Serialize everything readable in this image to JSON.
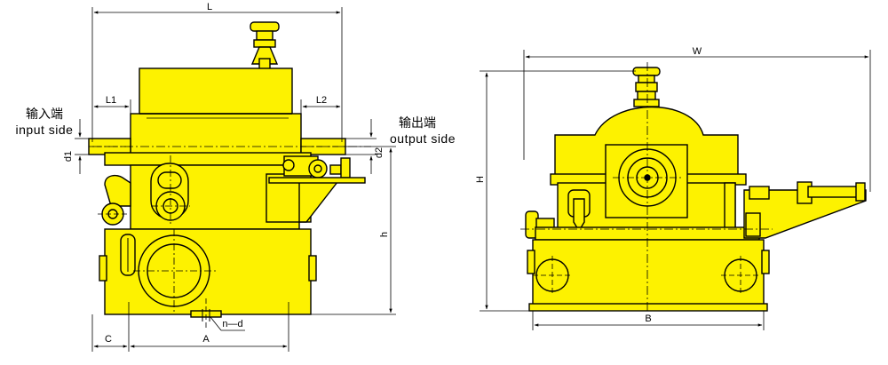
{
  "colors": {
    "body": "#fdf200",
    "line": "#000000",
    "background": "#ffffff"
  },
  "front_view": {
    "dims": {
      "L": "L",
      "L1": "L1",
      "L2": "L2",
      "d1": "d1",
      "d2": "d2",
      "h": "h",
      "C": "C",
      "A": "A",
      "n_d": "n—d"
    },
    "input_label_cn": "输入端",
    "input_label_en": "input side",
    "output_label_cn": "输出端",
    "output_label_en": "output side"
  },
  "side_view": {
    "dims": {
      "W": "W",
      "H": "H",
      "B": "B"
    }
  }
}
